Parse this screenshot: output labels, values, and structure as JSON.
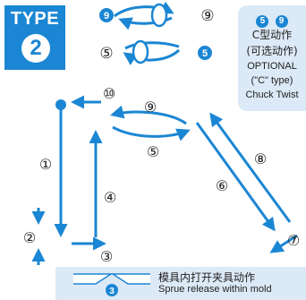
{
  "badge": {
    "label": "TYPE",
    "number": "2"
  },
  "legend": {
    "step_numbers": [
      "9",
      "5"
    ],
    "cn_line1": "C型动作",
    "cn_line2": "(可选动作)",
    "en_line1": "OPTIONAL",
    "en_line2": "(\"C\" type)",
    "en_line3": "Chuck Twist"
  },
  "footer": {
    "step": "3",
    "cn": "模具内打开夹具动作",
    "en": "Sprue release within mold"
  },
  "steps": {
    "s1": "①",
    "s2": "②",
    "s3": "③",
    "s4": "④",
    "s5": "⑤",
    "s6": "⑥",
    "s7": "⑦",
    "s8": "⑧",
    "s9": "⑨",
    "s10": "⑩"
  },
  "twist": {
    "filled_9": "9",
    "outline_9": "⑨",
    "outline_5": "⑤",
    "filled_5": "5"
  },
  "colors": {
    "accent": "#1b86d3",
    "panel": "#dce9f6"
  }
}
